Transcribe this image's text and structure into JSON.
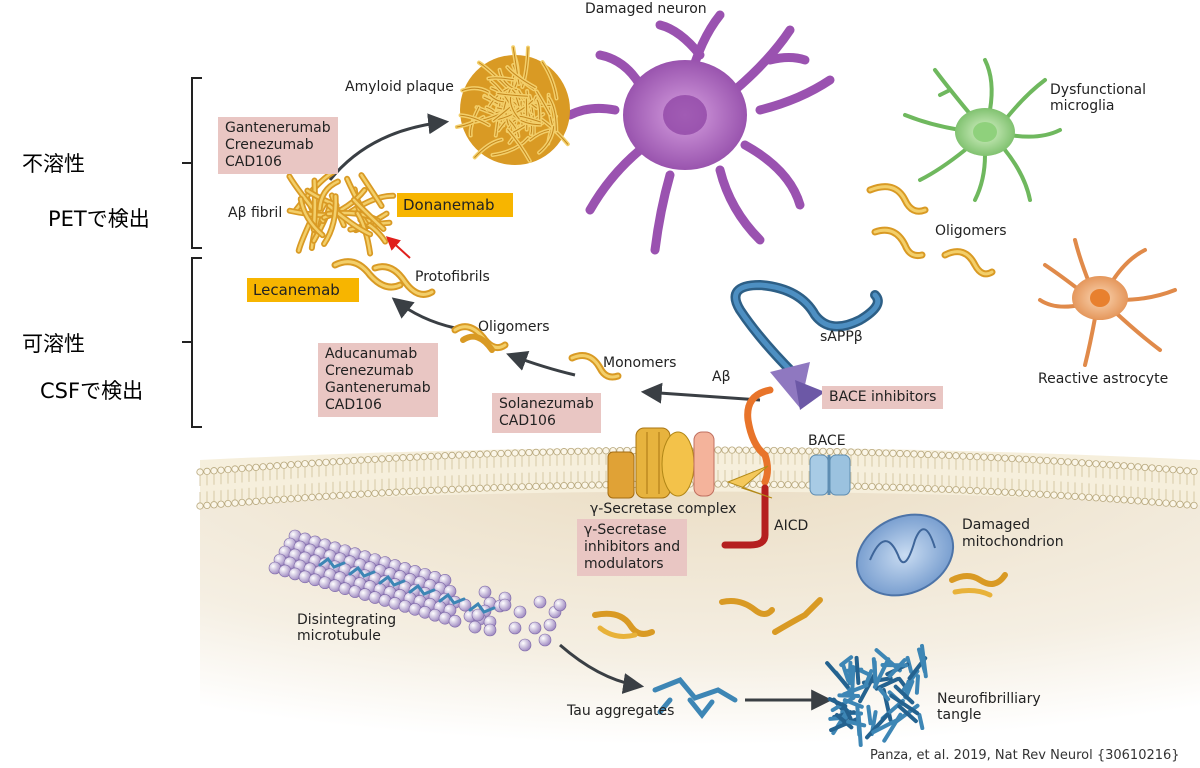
{
  "left_labels": {
    "insoluble": "不溶性",
    "pet_detection": "PETで検出",
    "soluble": "可溶性",
    "csf_detection": "CSFで検出"
  },
  "labels": {
    "damaged_neuron": "Damaged neuron",
    "amyloid_plaque": "Amyloid plaque",
    "dysfunctional_microglia_line1": "Dysfunctional",
    "dysfunctional_microglia_line2": "microglia",
    "ab_fibril": "Aβ fibril",
    "oligomers_right": "Oligomers",
    "protofibrils": "Protofibrils",
    "oligomers_left": "Oligomers",
    "sappb": "sAPPβ",
    "reactive_astrocyte": "Reactive astrocyte",
    "monomers": "Monomers",
    "ab": "Aβ",
    "bace": "BACE",
    "gamma_secretase_complex": "γ-Secretase complex",
    "aicd": "AICD",
    "damaged_mitochondrion_line1": "Damaged",
    "damaged_mitochondrion_line2": "mitochondrion",
    "disintegrating_microtubule_line1": "Disintegrating",
    "disintegrating_microtubule_line2": "microtubule",
    "tau_aggregates": "Tau aggregates",
    "neurofibrillary_tangle_line1": "Neurofibrilliary",
    "neurofibrillary_tangle_line2": "tangle"
  },
  "drug_boxes": {
    "fibril_antibodies": [
      "Gantenerumab",
      "Crenezumab",
      "CAD106"
    ],
    "donanemab": "Donanemab",
    "lecanemab": "Lecanemab",
    "oligomer_antibodies": [
      "Aducanumab",
      "Crenezumab",
      "Gantenerumab",
      "CAD106"
    ],
    "monomer_antibodies": [
      "Solanezumab",
      "CAD106"
    ],
    "bace_inhibitors": "BACE inhibitors",
    "gamma_secretase_inhibitors": [
      "γ-Secretase",
      "inhibitors and",
      "modulators"
    ]
  },
  "citation": "Panza, et al. 2019, Nat Rev Neurol {30610216}",
  "colors": {
    "drug_box": "#e9c6c3",
    "highlight_box": "#f7b500",
    "amyloid": "#e8b23a",
    "neuron": "#a35ab5",
    "microglia": "#7cc36d",
    "astrocyte": "#e08a4a",
    "tau": "#3d86b5",
    "membrane": "#f1ead7",
    "cytoplasm": "#efe3cf",
    "red_arrow": "#e0201c"
  }
}
